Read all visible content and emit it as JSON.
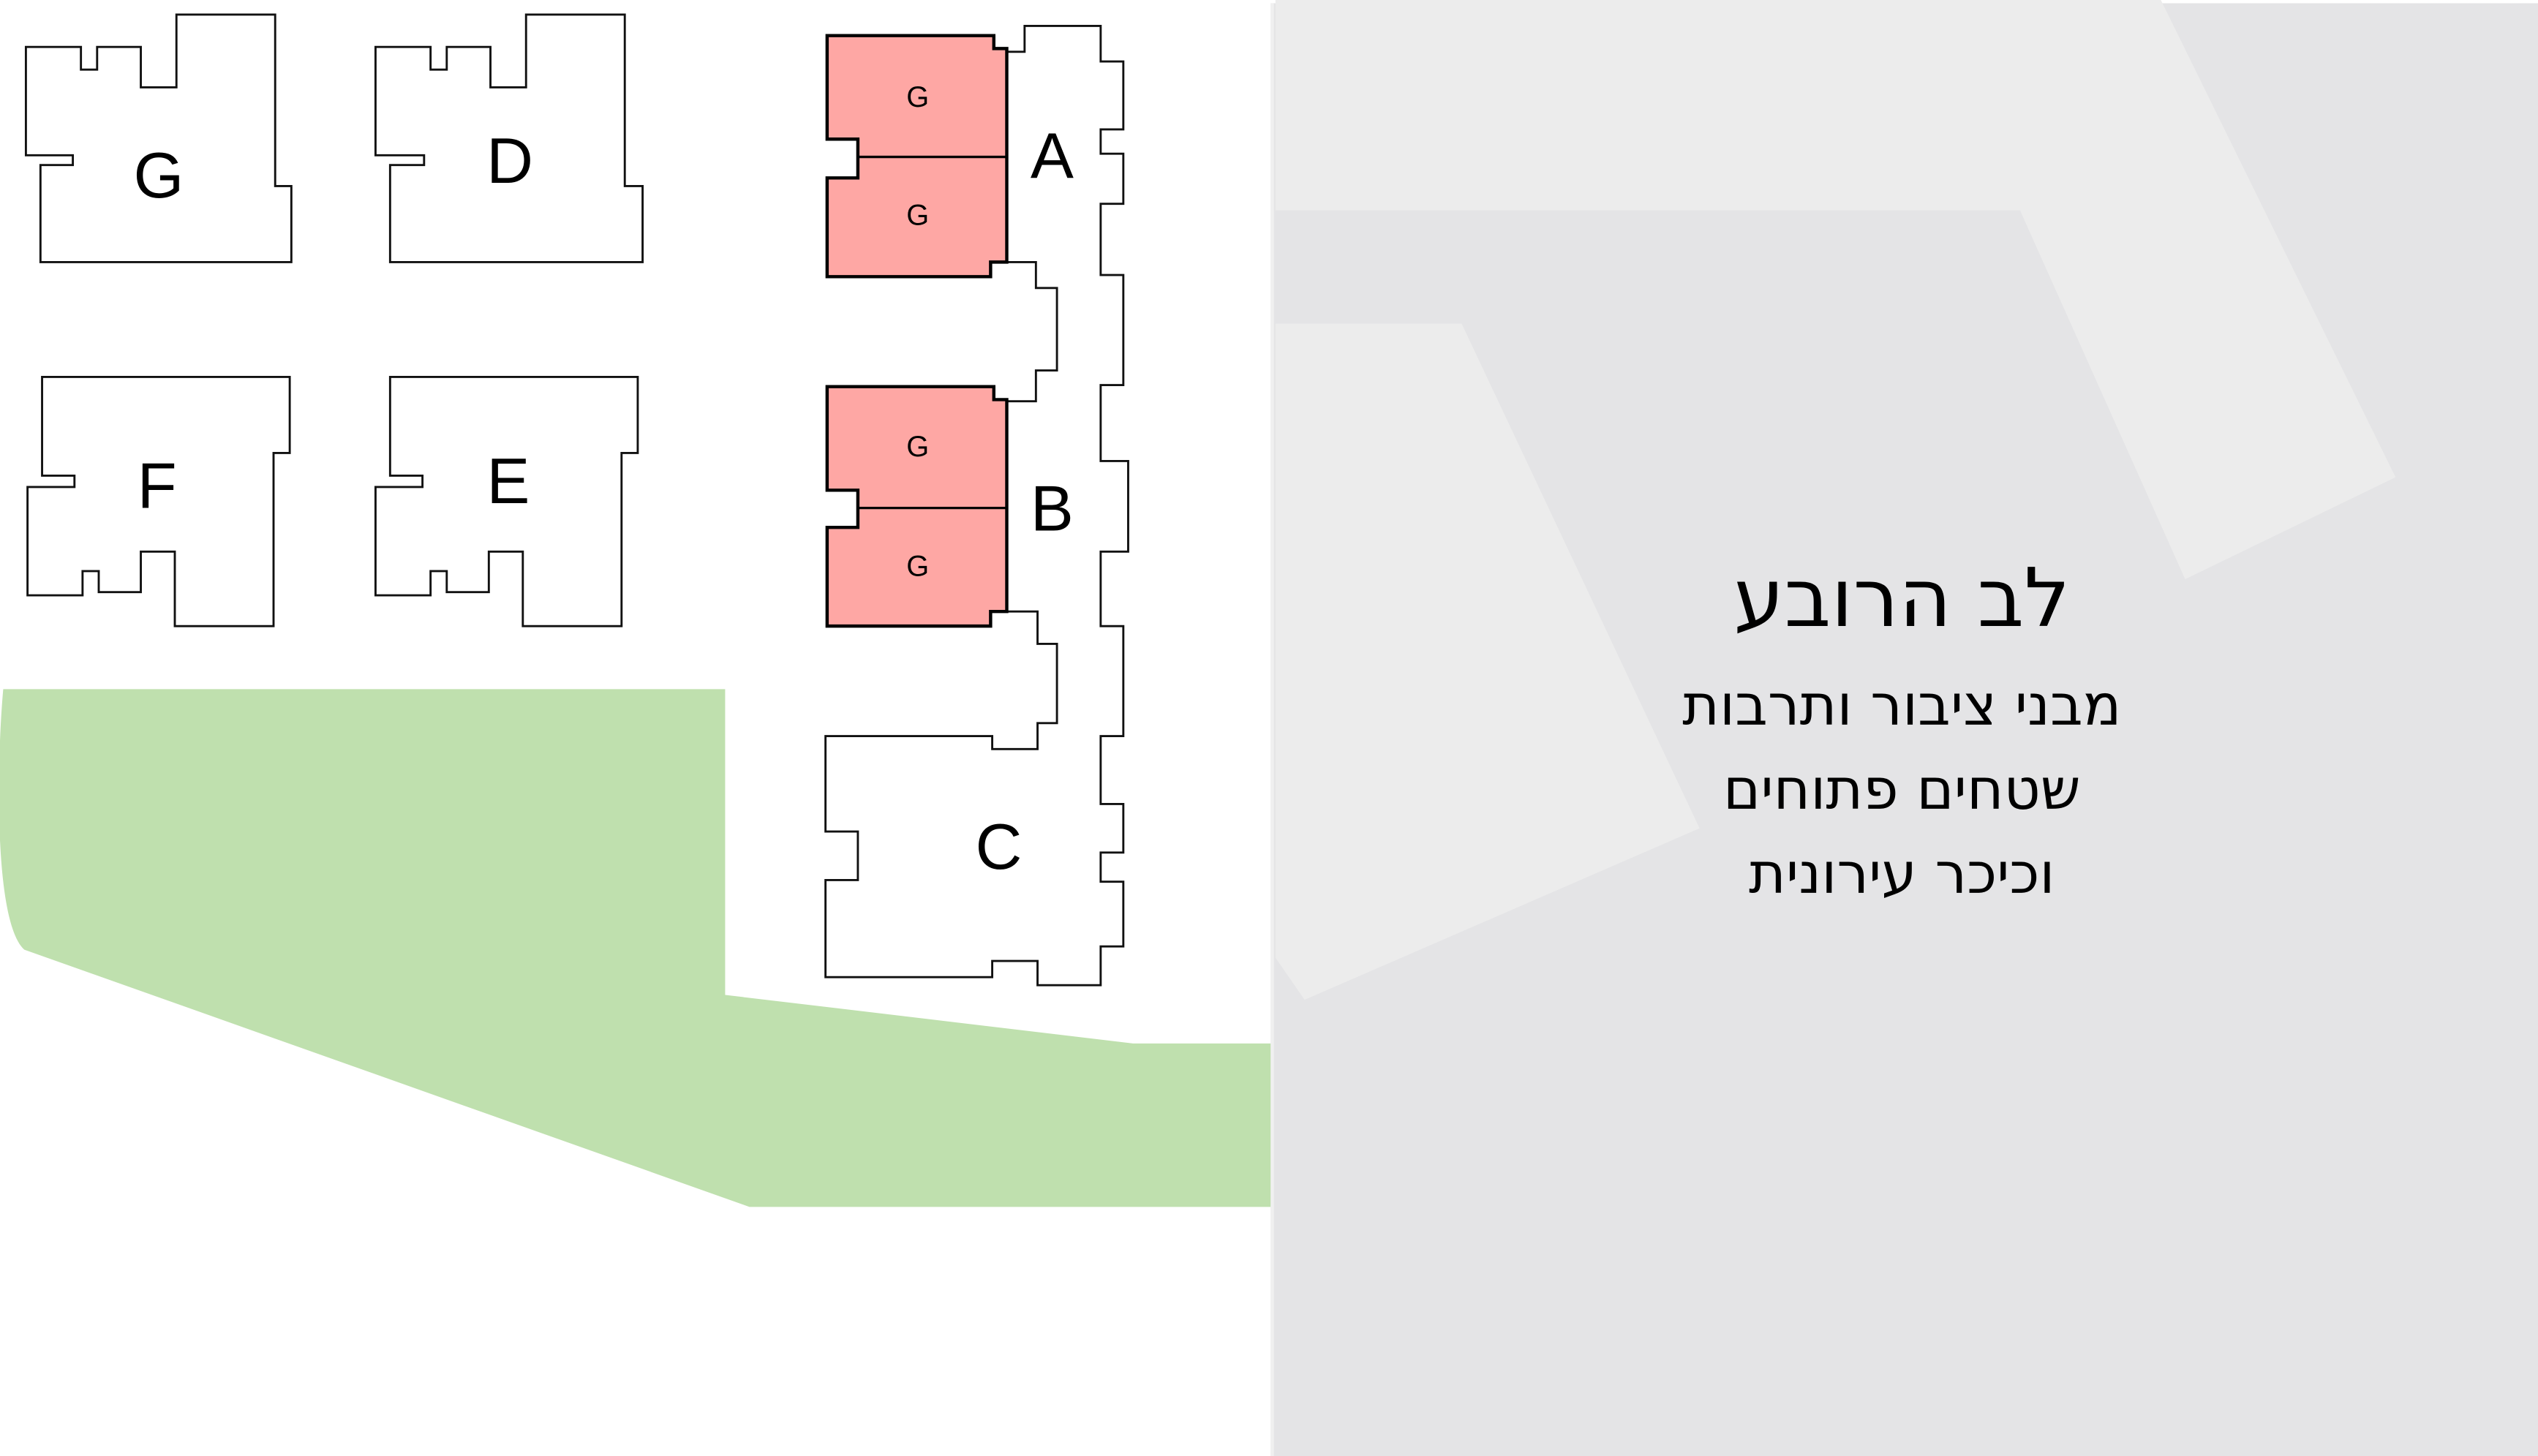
{
  "site_plan": {
    "buildings": [
      {
        "id": "G",
        "label": "G"
      },
      {
        "id": "D",
        "label": "D"
      },
      {
        "id": "F",
        "label": "F"
      },
      {
        "id": "E",
        "label": "E"
      },
      {
        "id": "A",
        "label": "A"
      },
      {
        "id": "B",
        "label": "B"
      },
      {
        "id": "C",
        "label": "C"
      }
    ],
    "highlighted_units": [
      "G",
      "G",
      "G",
      "G"
    ],
    "colors": {
      "highlight": "#fea7a4",
      "green_area": "#bfe0ae",
      "panel": "#e4e4e6",
      "panel_light": "#ececec"
    }
  },
  "panel": {
    "title": "לב הרובע",
    "lines": [
      "מבני ציבור ותרבות",
      "שטחים פתוחים",
      "וכיכר עירונית"
    ]
  }
}
